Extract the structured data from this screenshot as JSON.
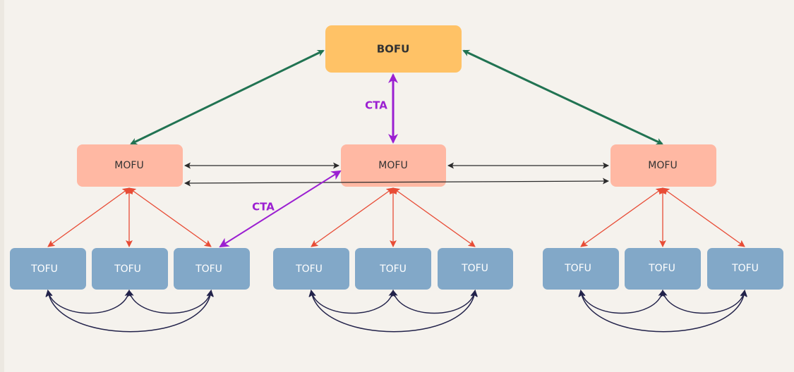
{
  "colors": {
    "background": "#f5f2ed",
    "bofu_fill": "#ffc266",
    "mofu_fill": "#ffb8a3",
    "tofu_fill": "#82a8c8",
    "bofu_mofu_arrow": "#217352",
    "cta_arrow": "#9b1fd1",
    "mofu_tofu_arrow": "#e84c36",
    "mofu_link_arrow": "#2b2b2b",
    "tofu_curve": "#22224a"
  },
  "nodes": {
    "bofu": {
      "label": "BOFU"
    },
    "mofu": [
      {
        "label": "MOFU"
      },
      {
        "label": "MOFU"
      },
      {
        "label": "MOFU"
      }
    ],
    "tofu": [
      {
        "label": "TOFU"
      },
      {
        "label": "TOFU"
      },
      {
        "label": "TOFU"
      },
      {
        "label": "TOFU"
      },
      {
        "label": "TOFU"
      },
      {
        "label": "TOFU"
      },
      {
        "label": "TOFU"
      },
      {
        "label": "TOFU"
      },
      {
        "label": "TOFU"
      }
    ]
  },
  "labels": {
    "cta_top": "CTA",
    "cta_left": "CTA"
  }
}
